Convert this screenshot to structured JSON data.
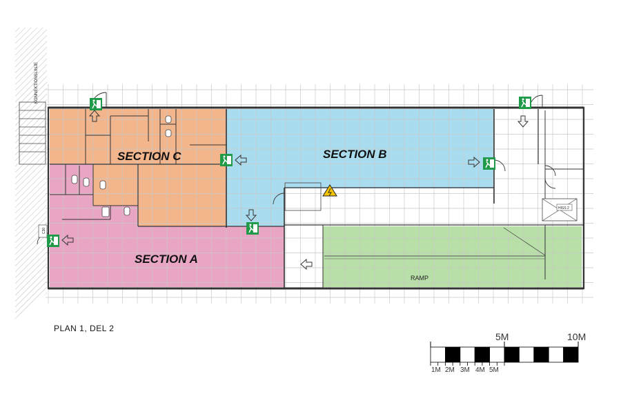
{
  "sections": {
    "a": {
      "label": "SECTION A",
      "color": "#e9a6c4"
    },
    "b": {
      "label": "SECTION B",
      "color": "#a9dcef"
    },
    "c": {
      "label": "SECTION C",
      "color": "#f3b68c"
    },
    "ramp_zone": {
      "color": "#b9dfa8"
    }
  },
  "ramp_label": "RAMP",
  "plan_title": "PLAN 1, DEL 2",
  "side_label": "KONNEKTIONSLINJE",
  "exit_sign_color": "#1f9a48",
  "hazard_color": "#f5c400",
  "small_tags": {
    "tag_c30": "C30",
    "tag_hiss": "HISS 2"
  },
  "scale_bar": {
    "major_labels": [
      "5M",
      "10M"
    ],
    "minor_labels": [
      "1M",
      "2M",
      "3M",
      "4M",
      "5M"
    ]
  }
}
